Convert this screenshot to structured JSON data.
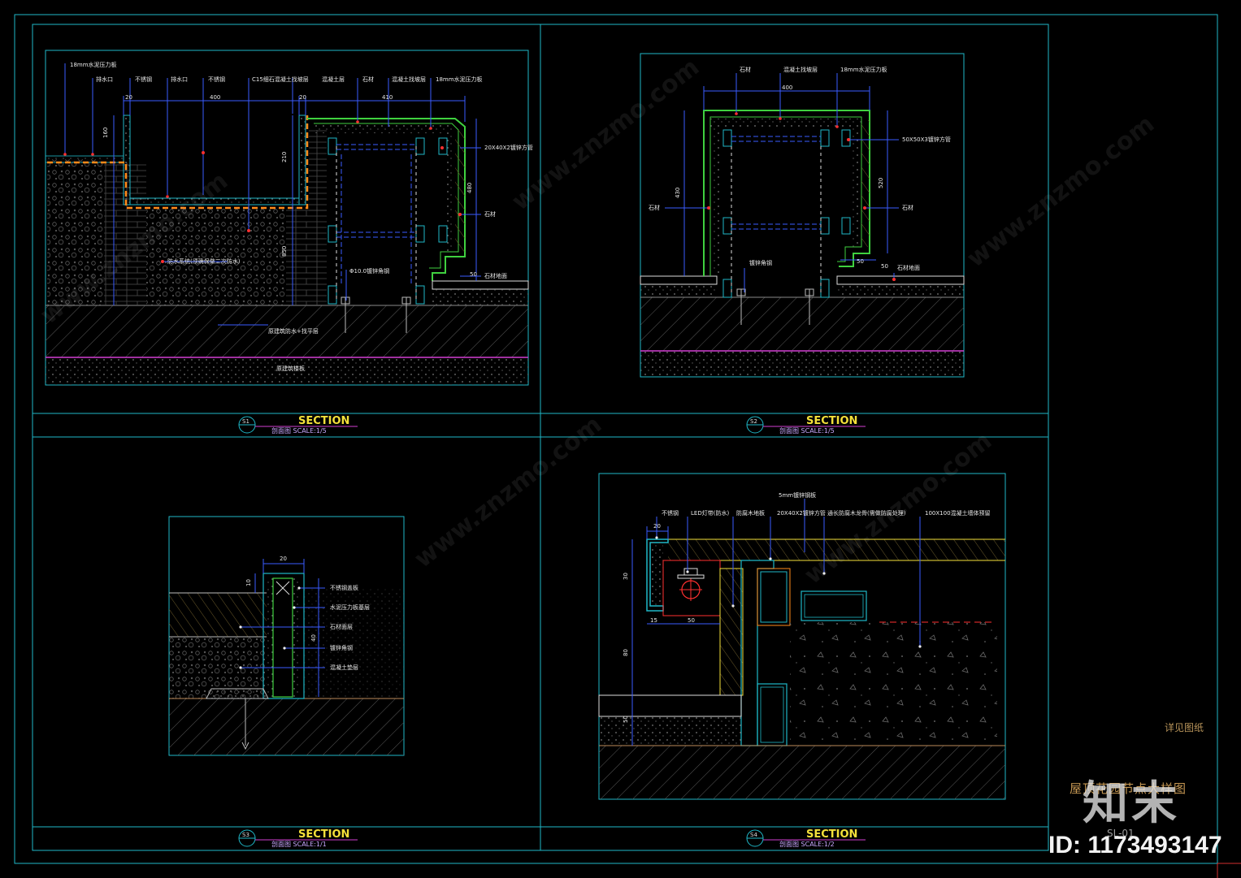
{
  "colors": {
    "frame": "#1fb8c8",
    "green": "#3fd13f",
    "yellow": "#f4e03a",
    "magenta": "#d23fd2",
    "red": "#ff3030",
    "orange": "#ff8a1a",
    "blue": "#3a5bff",
    "hatch": "#6a6a6a"
  },
  "sections": [
    {
      "id": "S1",
      "title": "SECTION",
      "subtitle": "剖面图 SCALE:1/5",
      "labels": [
        "18mm水泥压力板",
        "排水口",
        "不锈钢",
        "排水口",
        "不锈钢",
        "C15细石混凝土找坡层",
        "混凝土层",
        "石材",
        "混凝土找坡层",
        "18mm水泥压力板"
      ],
      "notes": [
        "20X40X2镀锌方管",
        "石材",
        "防水系统(须确保做二次防水)",
        "Φ10.0镀锌角钢",
        "石材地面",
        "原建筑防水+找平层",
        "原建筑楼板"
      ],
      "dims": [
        "20",
        "400",
        "20",
        "410",
        "160",
        "210",
        "850",
        "480",
        "50"
      ]
    },
    {
      "id": "S2",
      "title": "SECTION",
      "subtitle": "剖面图 SCALE:1/5",
      "labels": [
        "石材",
        "混凝土找坡层",
        "18mm水泥压力板"
      ],
      "notes": [
        "50X50X3镀锌方管",
        "石材",
        "石材",
        "镀锌角钢",
        "石材地面"
      ],
      "dims": [
        "400",
        "430",
        "520",
        "50",
        "50"
      ]
    },
    {
      "id": "S3",
      "title": "SECTION",
      "subtitle": "剖面图 SCALE:1/1",
      "labels": [
        "不锈钢盖板",
        "水泥压力板基层",
        "石材面层",
        "镀锌角钢",
        "混凝土垫层"
      ],
      "notes": [],
      "dims": [
        "20",
        "10",
        "40"
      ]
    },
    {
      "id": "S4",
      "title": "SECTION",
      "subtitle": "剖面图 SCALE:1/2",
      "labels": [
        "不锈钢",
        "LED灯带(防水)",
        "防腐木地板",
        "20X40X2镀锌方管",
        "5mm镀锌钢板",
        "通长防腐木龙骨(需做防腐处理)",
        "100X100混凝土墙体预留"
      ],
      "notes": [],
      "dims": [
        "20",
        "30",
        "15",
        "50",
        "80",
        "50"
      ]
    }
  ],
  "sheet": {
    "note": "详见图纸",
    "title": "屋顶花园节点大样图",
    "code": "SL-01"
  },
  "watermark": {
    "logo": "知末",
    "id": "ID: 1173493147",
    "site": "www.znzmo.com"
  }
}
